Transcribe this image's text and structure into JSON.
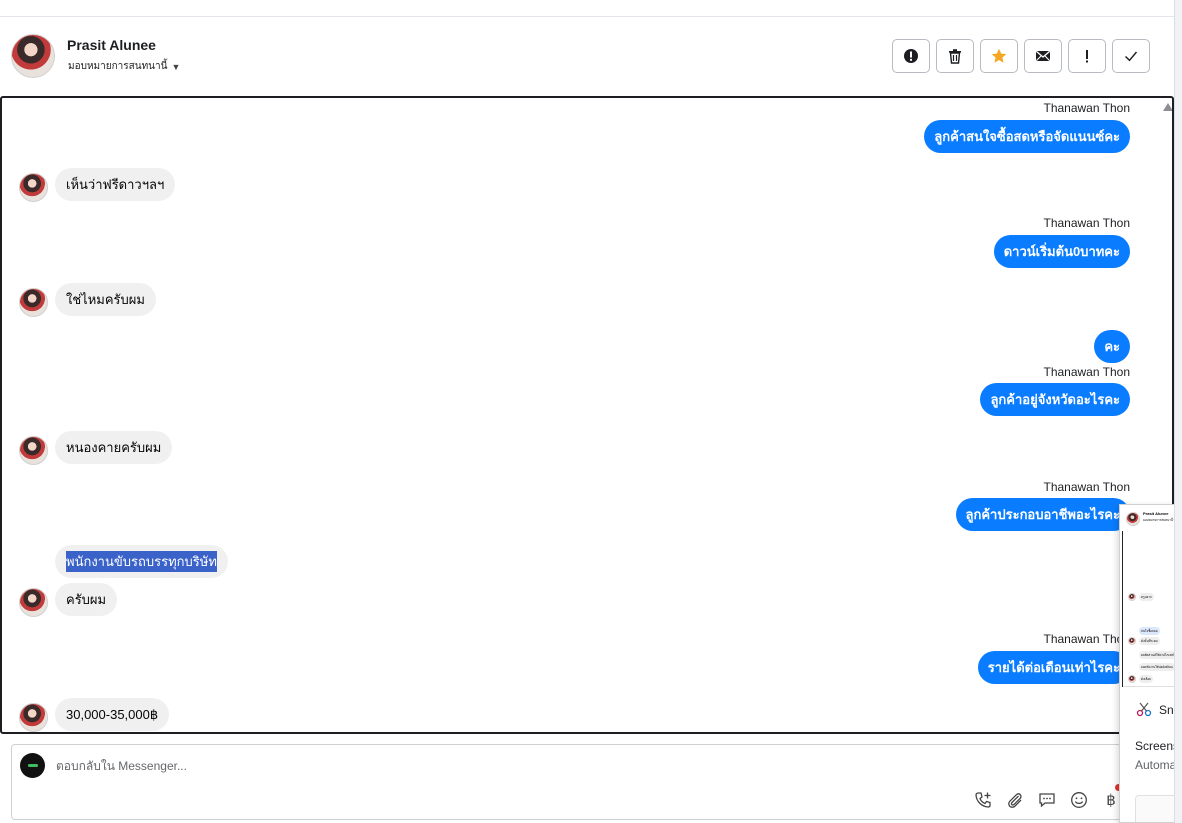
{
  "header": {
    "name": "Prasit Alunee",
    "assign": "มอบหมายการสนทนานี้",
    "actions": [
      "report-icon",
      "trash-icon",
      "star-icon",
      "mail-icon",
      "important-icon",
      "check-icon"
    ],
    "star_color": "#f5a623"
  },
  "messages": {
    "m1_sender": "Thanawan Thon",
    "m1": "ลูกค้าสนใจซื้อสดหรือจัดแนนซ์คะ",
    "m2": "เห็นว่าฟรีดาวฯลฯ",
    "m3_sender": "Thanawan Thon",
    "m3": "ดาวน์เริ่มต้น0บาทคะ",
    "m4": "ใช่ไหมครับผม",
    "m5": "คะ",
    "m6_sender": "Thanawan Thon",
    "m6": "ลูกค้าอยู่จังหวัดอะไรคะ",
    "m7": "หนองคายครับผม",
    "m8_sender": "Thanawan Thon",
    "m8": "ลูกค้าประกอบอาชีพอะไรคะ",
    "m9": "พนักงานขับรถบรรทุกบริษัท",
    "m10": "ครับผม",
    "m11_sender": "Thanawan Thon",
    "m11": "รายได้ต่อเดือนเท่าไรคะ",
    "m12": "30,000-35,000฿"
  },
  "composer": {
    "placeholder": "ตอบกลับใน Messenger...",
    "tools": [
      "call-add-icon",
      "attach-icon",
      "saved-reply-icon",
      "emoji-icon",
      "baht-icon"
    ],
    "baht": "฿"
  },
  "toast": {
    "thumb_name": "Prasit Alunee",
    "thumb_sub": "มอบหมายการสนทนานี้ ▾",
    "thumb_b1": "ครูบอาจ",
    "thumb_b2": "สนใจซื้อลมอ",
    "thumb_b3": "ดังนั้นที่ระดม",
    "thumb_b4": "ผลสัดส่วนค์ให้ค่าอ์โกเลทนี้",
    "thumb_b5": "ยอดชั่งงานให้ปอย์เพลิอน",
    "thumb_b6": "ดังเลือย",
    "app": "Snip",
    "title": "Screens",
    "subtitle": "Automa"
  },
  "colors": {
    "outgoing": "#0a7cff",
    "incoming": "#f0f0f0"
  }
}
